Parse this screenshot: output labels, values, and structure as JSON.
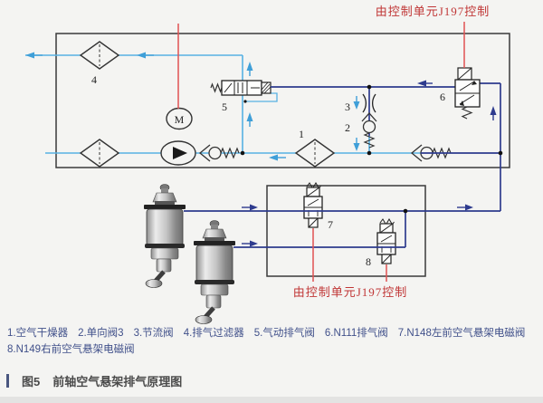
{
  "colors": {
    "pipe_light": "#57b1e3",
    "pipe_dark": "#2e3b8e",
    "control_line": "#e05252",
    "red_text": "#c03636",
    "legend_text": "#40508a",
    "caption_text": "#4a4a4a"
  },
  "annotations": {
    "top_control": "由控制单元J197控制",
    "bottom_control": "由控制单元J197控制"
  },
  "components": {
    "motor": "M",
    "n1": "1",
    "n2": "2",
    "n3": "3",
    "n4": "4",
    "n5": "5",
    "n6": "6",
    "n7": "7",
    "n8": "8"
  },
  "legend": {
    "items": [
      "1.空气干燥器",
      "2.单向阀3",
      "3.节流阀",
      "4.排气过滤器",
      "5.气动排气阀",
      "6.N111排气阀",
      "7.N148左前空气悬架电磁阀",
      "8.N149右前空气悬架电磁阀"
    ]
  },
  "caption": {
    "figure_no": "图5",
    "title": "前轴空气悬架排气原理图"
  }
}
